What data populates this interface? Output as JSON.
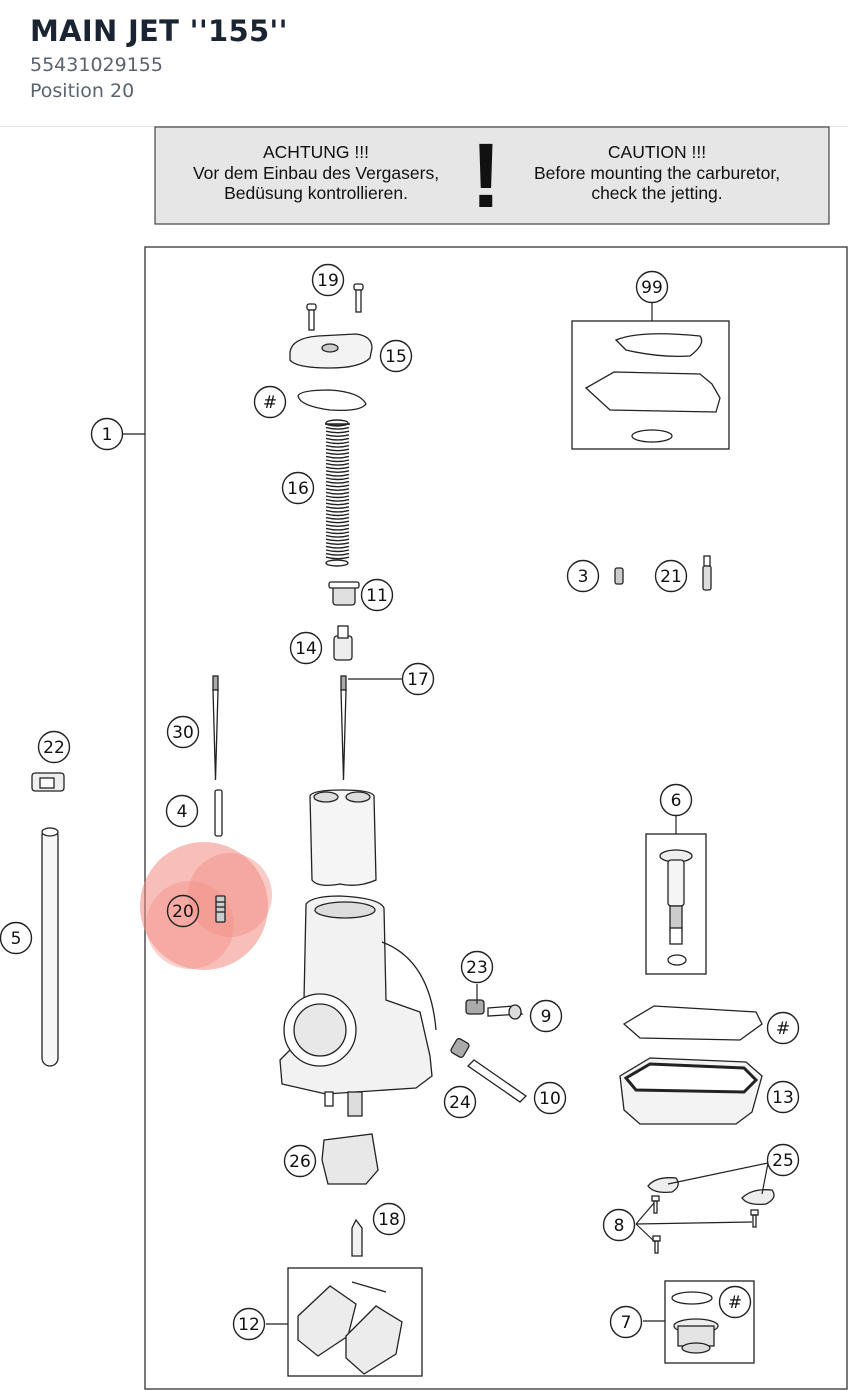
{
  "header": {
    "title": "MAIN JET ''155''",
    "part_number": "55431029155",
    "position": "Position 20"
  },
  "warning": {
    "de_line1": "ACHTUNG !!!",
    "de_line2": "Vor dem Einbau des Vergasers,",
    "de_line3": "Bedüsung kontrollieren.",
    "symbol": "!",
    "en_line1": "CAUTION !!!",
    "en_line2": "Before mounting the carburetor,",
    "en_line3": "check the jetting."
  },
  "callouts": {
    "c19": "19",
    "c15": "15",
    "cHashTop": "#",
    "c99": "99",
    "c1": "1",
    "c16": "16",
    "c11": "11",
    "c3": "3",
    "c21": "21",
    "c14": "14",
    "c17": "17",
    "c30": "30",
    "c22": "22",
    "c4": "4",
    "c6": "6",
    "c20": "20",
    "c5": "5",
    "c23": "23",
    "c9": "9",
    "cHashRight": "#",
    "c13": "13",
    "c24": "24",
    "c10": "10",
    "c25": "25",
    "c26": "26",
    "c8": "8",
    "c18": "18",
    "c12": "12",
    "c7": "7",
    "cHashBottom": "#"
  },
  "highlight": {
    "position": "20",
    "color": "#f28b82"
  }
}
